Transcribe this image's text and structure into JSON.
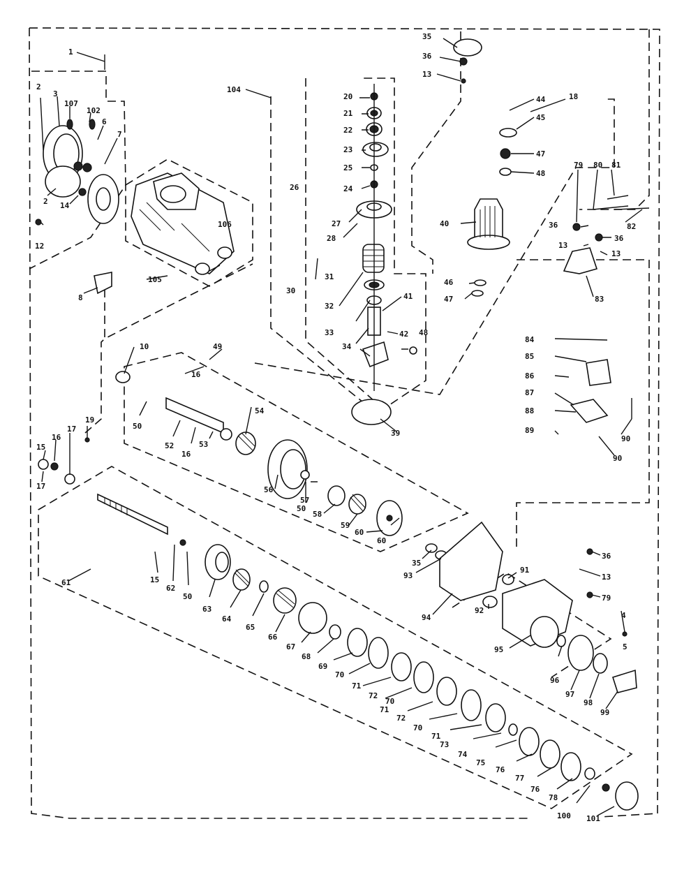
{
  "diagram": {
    "callouts": [
      {
        "id": "c1",
        "label": "1"
      },
      {
        "id": "c2a",
        "label": "2"
      },
      {
        "id": "c3",
        "label": "3"
      },
      {
        "id": "c107",
        "label": "107"
      },
      {
        "id": "c102",
        "label": "102"
      },
      {
        "id": "c6",
        "label": "6"
      },
      {
        "id": "c7",
        "label": "7"
      },
      {
        "id": "c2b",
        "label": "2"
      },
      {
        "id": "c14",
        "label": "14"
      },
      {
        "id": "c12",
        "label": "12"
      },
      {
        "id": "c8",
        "label": "8"
      },
      {
        "id": "c105",
        "label": "105"
      },
      {
        "id": "c106",
        "label": "106"
      },
      {
        "id": "c104",
        "label": "104"
      },
      {
        "id": "c20",
        "label": "20"
      },
      {
        "id": "c21",
        "label": "21"
      },
      {
        "id": "c22",
        "label": "22"
      },
      {
        "id": "c23",
        "label": "23"
      },
      {
        "id": "c25",
        "label": "25"
      },
      {
        "id": "c24",
        "label": "24"
      },
      {
        "id": "c26",
        "label": "26"
      },
      {
        "id": "c27",
        "label": "27"
      },
      {
        "id": "c28",
        "label": "28"
      },
      {
        "id": "c30",
        "label": "30"
      },
      {
        "id": "c31",
        "label": "31"
      },
      {
        "id": "c32",
        "label": "32"
      },
      {
        "id": "c33",
        "label": "33"
      },
      {
        "id": "c34",
        "label": "34"
      },
      {
        "id": "c39",
        "label": "39"
      },
      {
        "id": "c41",
        "label": "41"
      },
      {
        "id": "c42",
        "label": "42"
      },
      {
        "id": "c48a",
        "label": "48"
      },
      {
        "id": "c35",
        "label": "35"
      },
      {
        "id": "c36a",
        "label": "36"
      },
      {
        "id": "c13a",
        "label": "13"
      },
      {
        "id": "c44",
        "label": "44"
      },
      {
        "id": "c45",
        "label": "45"
      },
      {
        "id": "c47a",
        "label": "47"
      },
      {
        "id": "c48b",
        "label": "48"
      },
      {
        "id": "c18",
        "label": "18"
      },
      {
        "id": "c40",
        "label": "40"
      },
      {
        "id": "c46",
        "label": "46"
      },
      {
        "id": "c47b",
        "label": "47"
      },
      {
        "id": "c79a",
        "label": "79"
      },
      {
        "id": "c80",
        "label": "80"
      },
      {
        "id": "c81",
        "label": "81"
      },
      {
        "id": "c82",
        "label": "82"
      },
      {
        "id": "c36b",
        "label": "36"
      },
      {
        "id": "c36c",
        "label": "36"
      },
      {
        "id": "c13b",
        "label": "13"
      },
      {
        "id": "c13c",
        "label": "13"
      },
      {
        "id": "c83",
        "label": "83"
      },
      {
        "id": "c84",
        "label": "84"
      },
      {
        "id": "c85",
        "label": "85"
      },
      {
        "id": "c86",
        "label": "86"
      },
      {
        "id": "c87",
        "label": "87"
      },
      {
        "id": "c88",
        "label": "88"
      },
      {
        "id": "c89",
        "label": "89"
      },
      {
        "id": "c90a",
        "label": "90"
      },
      {
        "id": "c90b",
        "label": "90"
      },
      {
        "id": "c10",
        "label": "10"
      },
      {
        "id": "c49",
        "label": "49"
      },
      {
        "id": "c16a",
        "label": "16"
      },
      {
        "id": "c50a",
        "label": "50"
      },
      {
        "id": "c52",
        "label": "52"
      },
      {
        "id": "c16b",
        "label": "16"
      },
      {
        "id": "c53",
        "label": "53"
      },
      {
        "id": "c54",
        "label": "54"
      },
      {
        "id": "c56",
        "label": "56"
      },
      {
        "id": "c57",
        "label": "57"
      },
      {
        "id": "c50b",
        "label": "50"
      },
      {
        "id": "c58",
        "label": "58"
      },
      {
        "id": "c59",
        "label": "59"
      },
      {
        "id": "c60a",
        "label": "60"
      },
      {
        "id": "c60b",
        "label": "60"
      },
      {
        "id": "c15",
        "label": "15"
      },
      {
        "id": "c16c",
        "label": "16"
      },
      {
        "id": "c17a",
        "label": "17"
      },
      {
        "id": "c19",
        "label": "19"
      },
      {
        "id": "c17b",
        "label": "17"
      },
      {
        "id": "c61",
        "label": "61"
      },
      {
        "id": "c15b",
        "label": "15"
      },
      {
        "id": "c62",
        "label": "62"
      },
      {
        "id": "c50c",
        "label": "50"
      },
      {
        "id": "c63",
        "label": "63"
      },
      {
        "id": "c64",
        "label": "64"
      },
      {
        "id": "c65",
        "label": "65"
      },
      {
        "id": "c66",
        "label": "66"
      },
      {
        "id": "c67",
        "label": "67"
      },
      {
        "id": "c68",
        "label": "68"
      },
      {
        "id": "c69",
        "label": "69"
      },
      {
        "id": "c70a",
        "label": "70"
      },
      {
        "id": "c71a",
        "label": "71"
      },
      {
        "id": "c72a",
        "label": "72"
      },
      {
        "id": "c70b",
        "label": "70"
      },
      {
        "id": "c71b",
        "label": "71"
      },
      {
        "id": "c72b",
        "label": "72"
      },
      {
        "id": "c70c",
        "label": "70"
      },
      {
        "id": "c71c",
        "label": "71"
      },
      {
        "id": "c73",
        "label": "73"
      },
      {
        "id": "c74",
        "label": "74"
      },
      {
        "id": "c75",
        "label": "75"
      },
      {
        "id": "c76a",
        "label": "76"
      },
      {
        "id": "c77",
        "label": "77"
      },
      {
        "id": "c76b",
        "label": "76"
      },
      {
        "id": "c78",
        "label": "78"
      },
      {
        "id": "c100",
        "label": "100"
      },
      {
        "id": "c101",
        "label": "101"
      },
      {
        "id": "c35b",
        "label": "35"
      },
      {
        "id": "c93",
        "label": "93"
      },
      {
        "id": "c94",
        "label": "94"
      },
      {
        "id": "c92",
        "label": "92"
      },
      {
        "id": "c91",
        "label": "91"
      },
      {
        "id": "c95",
        "label": "95"
      },
      {
        "id": "c36d",
        "label": "36"
      },
      {
        "id": "c13d",
        "label": "13"
      },
      {
        "id": "c79b",
        "label": "79"
      },
      {
        "id": "c4",
        "label": "4"
      },
      {
        "id": "c5",
        "label": "5"
      },
      {
        "id": "c96",
        "label": "96"
      },
      {
        "id": "c97",
        "label": "97"
      },
      {
        "id": "c98",
        "label": "98"
      },
      {
        "id": "c99",
        "label": "99"
      }
    ]
  }
}
